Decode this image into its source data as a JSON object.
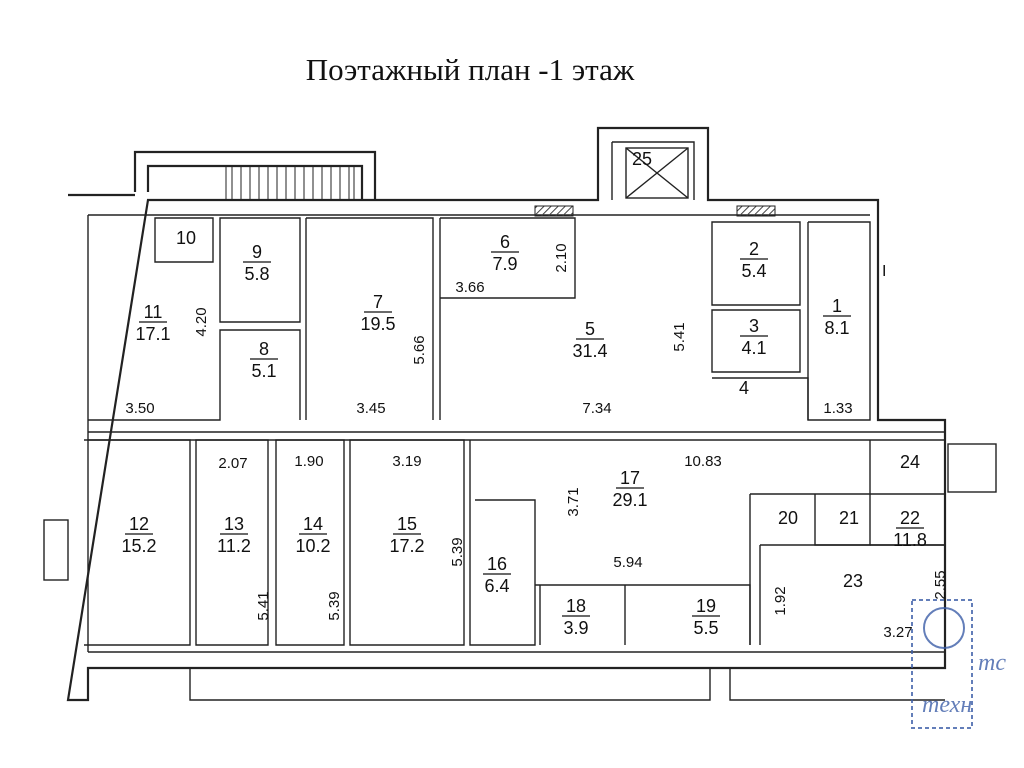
{
  "title": "Поэтажный план -1 этаж",
  "colors": {
    "walls": "#222222",
    "stamp": "#3d5fa8",
    "hatch": "#444444"
  },
  "rooms": [
    {
      "num": "1",
      "area": "8.1"
    },
    {
      "num": "2",
      "area": "5.4"
    },
    {
      "num": "3",
      "area": "4.1"
    },
    {
      "num": "4",
      "area": ""
    },
    {
      "num": "5",
      "area": "31.4"
    },
    {
      "num": "6",
      "area": "7.9"
    },
    {
      "num": "7",
      "area": "19.5"
    },
    {
      "num": "8",
      "area": "5.1"
    },
    {
      "num": "9",
      "area": "5.8"
    },
    {
      "num": "10",
      "area": ""
    },
    {
      "num": "11",
      "area": "17.1"
    },
    {
      "num": "12",
      "area": "15.2"
    },
    {
      "num": "13",
      "area": "11.2"
    },
    {
      "num": "14",
      "area": "10.2"
    },
    {
      "num": "15",
      "area": "17.2"
    },
    {
      "num": "16",
      "area": "6.4"
    },
    {
      "num": "17",
      "area": "29.1"
    },
    {
      "num": "18",
      "area": "3.9"
    },
    {
      "num": "19",
      "area": "5.5"
    },
    {
      "num": "20",
      "area": ""
    },
    {
      "num": "21",
      "area": ""
    },
    {
      "num": "22",
      "area": "11.8"
    },
    {
      "num": "23",
      "area": ""
    },
    {
      "num": "24",
      "area": ""
    },
    {
      "num": "25",
      "area": ""
    }
  ],
  "dimensions": [
    "4.20",
    "3.50",
    "5.66",
    "3.45",
    "3.66",
    "2.10",
    "5.41",
    "7.34",
    "1.33",
    "2.07",
    "1.90",
    "3.19",
    "10.83",
    "3.71",
    "5.39",
    "5.39",
    "5.41",
    "5.94",
    "1.92",
    "2.55",
    "3.27"
  ],
  "marker": "I",
  "stamp_text": [
    "тс",
    "техн"
  ]
}
